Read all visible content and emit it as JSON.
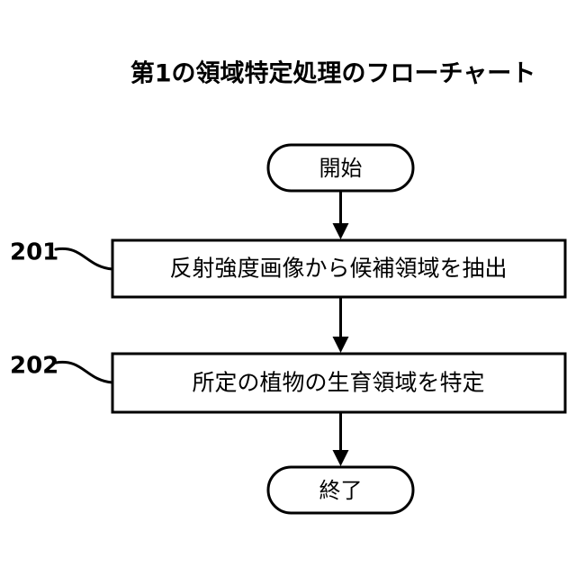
{
  "figure": {
    "title": "第1の領域特定処理のフローチャート",
    "background_color": "#ffffff",
    "line_color": "#000000"
  },
  "nodes": {
    "start": {
      "label": "開始",
      "shape": "stadium"
    },
    "step_201": {
      "label": "反射強度画像から候補領域を抽出",
      "shape": "rectangle",
      "ref": "201"
    },
    "step_202": {
      "label": "所定の植物の生育領域を特定",
      "shape": "rectangle",
      "ref": "202"
    },
    "end": {
      "label": "終了",
      "shape": "stadium"
    }
  },
  "connectors": [
    {
      "from": "start",
      "to": "step_201",
      "style": "arrow-down"
    },
    {
      "from": "step_201",
      "to": "step_202",
      "style": "arrow-down"
    },
    {
      "from": "step_202",
      "to": "end",
      "style": "arrow-down"
    }
  ],
  "reference_labels": [
    {
      "text": "201",
      "points_to": "step_201"
    },
    {
      "text": "202",
      "points_to": "step_202"
    }
  ]
}
